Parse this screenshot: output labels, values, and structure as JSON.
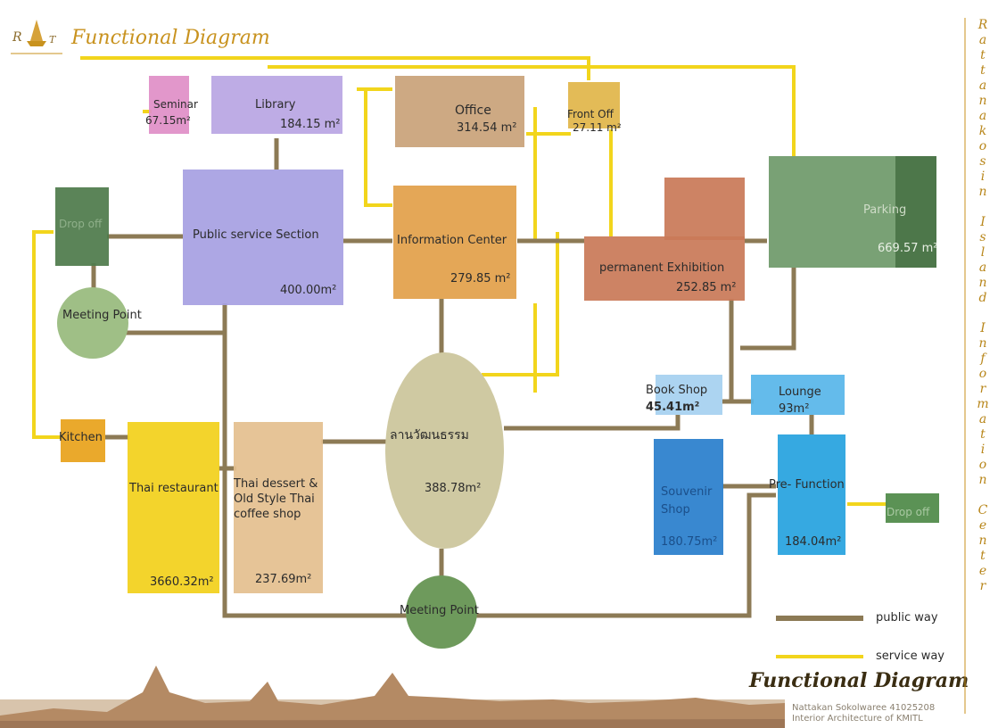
{
  "header": {
    "logo_text": "RAT",
    "title": "Functional Diagram"
  },
  "vertical_title": [
    "R",
    "a",
    "t",
    "t",
    "a",
    "n",
    "a",
    "k",
    "o",
    "s",
    "i",
    "n",
    "",
    "I",
    "s",
    "l",
    "a",
    "n",
    "d",
    "",
    "I",
    "n",
    "f",
    "o",
    "r",
    "m",
    "a",
    "t",
    "i",
    "o",
    "n",
    "",
    "C",
    "e",
    "n",
    "t",
    "e",
    "r"
  ],
  "rooms": {
    "seminar": {
      "name": "Seminar",
      "area": "67.15m²",
      "color": "#e08fc7"
    },
    "library": {
      "name": "Library",
      "area": "184.15 m²",
      "color": "#b9a6e3"
    },
    "office": {
      "name": "Office",
      "area": "314.54 m²",
      "color": "#c9a27a"
    },
    "front_office": {
      "name": "Front Off",
      "area": "27.11 m²",
      "color": "#e1b64a"
    },
    "public_service": {
      "name": "Public service Section",
      "area": "400.00m²",
      "color": "#a7a0e2"
    },
    "information_center": {
      "name": "Information Center",
      "area": "279.85 m²",
      "color": "#e2a04a"
    },
    "permanent_exhibition": {
      "name": "permanent Exhibition",
      "area": "252.85 m²",
      "color": "#c97a58"
    },
    "parking": {
      "name": "Parking",
      "area": "669.57 m²",
      "color": "#6f9a6a",
      "color_dark": "#3f6d3c"
    },
    "drop_off_left": {
      "name": "Drop off",
      "color": "#4f7b4b"
    },
    "meeting_point_top": {
      "name": "Meeting Point",
      "color": "#9fbf86"
    },
    "kitchen": {
      "name": "Kitchen",
      "color": "#e8a21c"
    },
    "thai_restaurant": {
      "name": "Thai restaurant",
      "area": "3660.32m²",
      "color": "#f2d11c"
    },
    "thai_dessert": {
      "name": "Thai dessert & Old Style Thai coffee shop",
      "area": "237.69m²",
      "color": "#e4c08f"
    },
    "courtyard": {
      "name": "ลานวัฒนธรรม",
      "area": "388.78m²",
      "color": "#cfc9a2"
    },
    "meeting_point_bottom": {
      "name": "Meeting Point",
      "color": "#6e9a5c"
    },
    "book_shop": {
      "name": "Book Shop",
      "area": "45.41m²",
      "color": "#a6d1f0"
    },
    "lounge": {
      "name": "Lounge",
      "area": "93m²",
      "color": "#58b6ea"
    },
    "souvenir_shop": {
      "name": "Souvenir Shop",
      "area": "180.75m²",
      "color": "#2a7fcc"
    },
    "pre_function": {
      "name": "Pre- Function",
      "area": "184.04m²",
      "color": "#27a3df"
    },
    "drop_off_right": {
      "name": "Drop off",
      "color": "#4f8a48"
    }
  },
  "legend": {
    "public_way": {
      "label": "public way",
      "color": "#8c7a55"
    },
    "service_way": {
      "label": "service way",
      "color": "#f2d51c"
    }
  },
  "footer": {
    "title": "Functional Diagram",
    "author_line1": "Nattakan Sokolwaree 41025208",
    "author_line2": "Interior Architecture of KMITL"
  }
}
